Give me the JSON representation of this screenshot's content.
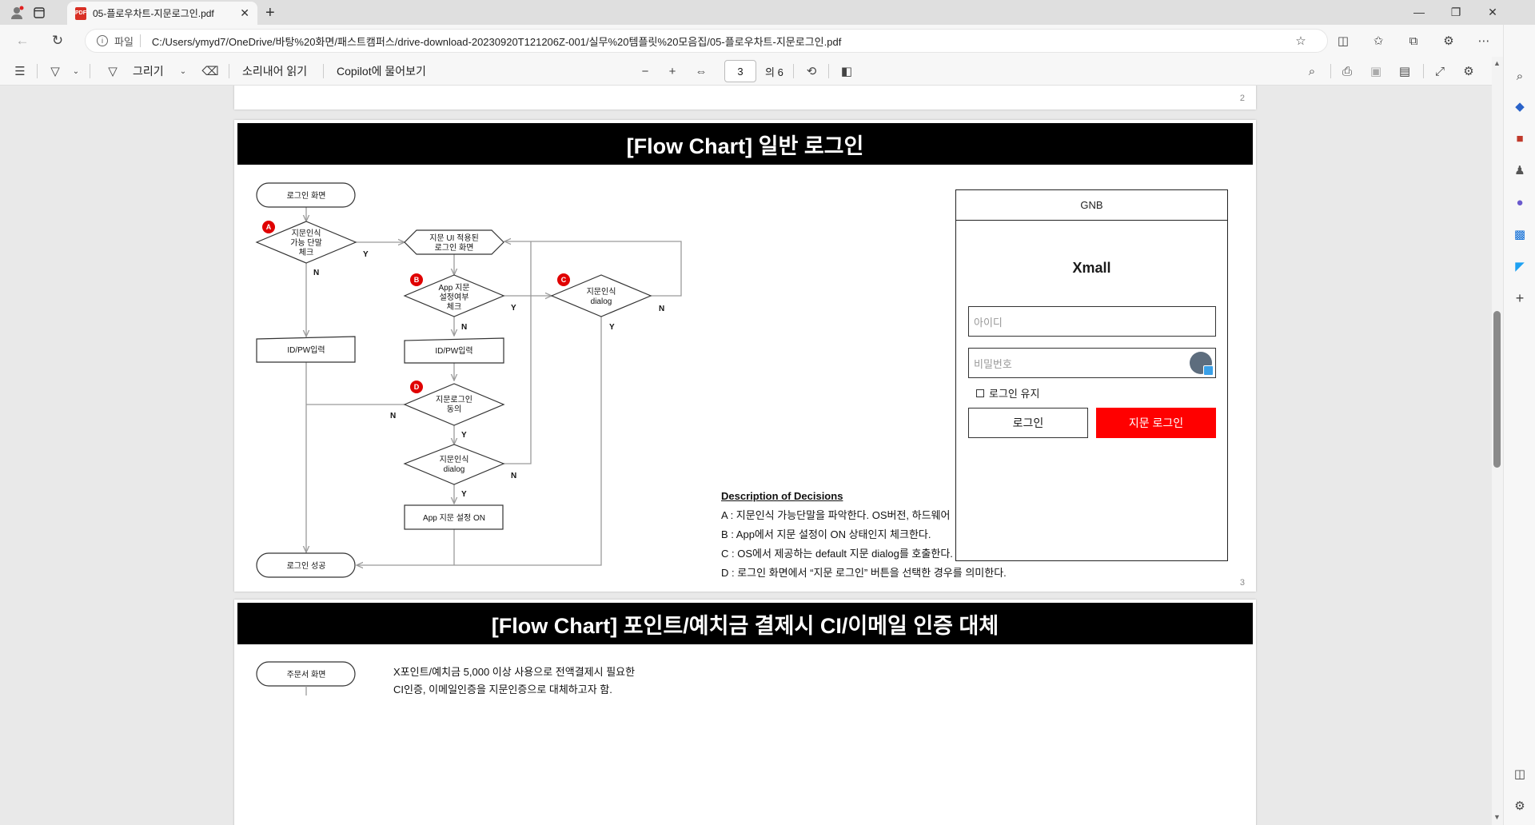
{
  "browser": {
    "tab_title": "05-플로우차트-지문로그인.pdf",
    "tab_close": "✕",
    "new_tab": "+",
    "url_protocol": "파일",
    "url": "C:/Users/ymyd7/OneDrive/바탕%20화면/패스트캠퍼스/drive-download-20230920T121206Z-001/실무%20템플릿%20모음집/05-플로우차트-지문로그인.pdf"
  },
  "pdf_toolbar": {
    "draw_label": "그리기",
    "read_aloud_label": "소리내어 읽기",
    "copilot_label": "Copilot에 물어보기",
    "current_page": "3",
    "total_pages": "의 6",
    "zoom_out": "−",
    "zoom_in": "+"
  },
  "page2": {
    "page_number": "2"
  },
  "page3": {
    "title": "[Flow Chart] 일반 로그인",
    "page_number": "3",
    "flowchart": {
      "start": "로그인 화면",
      "decision_a": [
        "지문인식",
        "가능 단말",
        "체크"
      ],
      "fp_login_screen": [
        "지문 UI 적용된",
        "로그인 화면"
      ],
      "decision_b": [
        "App 지문",
        "설정여부",
        "체크"
      ],
      "decision_c": [
        "지문인식",
        "dialog"
      ],
      "idpw_left": "ID/PW입력",
      "idpw_mid": "ID/PW입력",
      "decision_d": [
        "지문로그인",
        "동의"
      ],
      "fp_dialog2": [
        "지문인식",
        "dialog"
      ],
      "app_fp_on": "App 지문 설정 ON",
      "end": "로그인 성공",
      "badge_a": "A",
      "badge_b": "B",
      "badge_c": "C",
      "badge_d": "D",
      "yes": "Y",
      "no": "N"
    },
    "description": {
      "heading": "Description of Decisions",
      "lines": [
        "A : 지문인식 가능단말을 파악한다. OS버전, 하드웨어",
        "B :  App에서 지문 설정이 ON 상태인지 체크한다.",
        "C : OS에서 제공하는 default 지문 dialog를 호출한다.",
        "D : 로그인 화면에서 “지문 로그인” 버튼을 선택한 경우를 의미한다."
      ]
    },
    "mockup": {
      "gnb": "GNB",
      "brand": "Xmall",
      "id_placeholder": "아이디",
      "pw_placeholder": "비밀번호",
      "keep_login": "로그인 유지",
      "login_button": "로그인",
      "fp_login_button": "지문 로그인",
      "accent_color": "#ff0000"
    }
  },
  "page4": {
    "title": "[Flow Chart] 포인트/예치금 결제시 CI/이메일 인증 대체",
    "start": "주문서 화면",
    "note_line1": "X포인트/예치금 5,000 이상 사용으로 전액결제시 필요한",
    "note_line2": "CI인증, 이메일인증을 지문인증으로 대체하고자 함."
  },
  "colors": {
    "badge": "#e00000",
    "banner": "#000000",
    "line": "#9a9a9a"
  }
}
